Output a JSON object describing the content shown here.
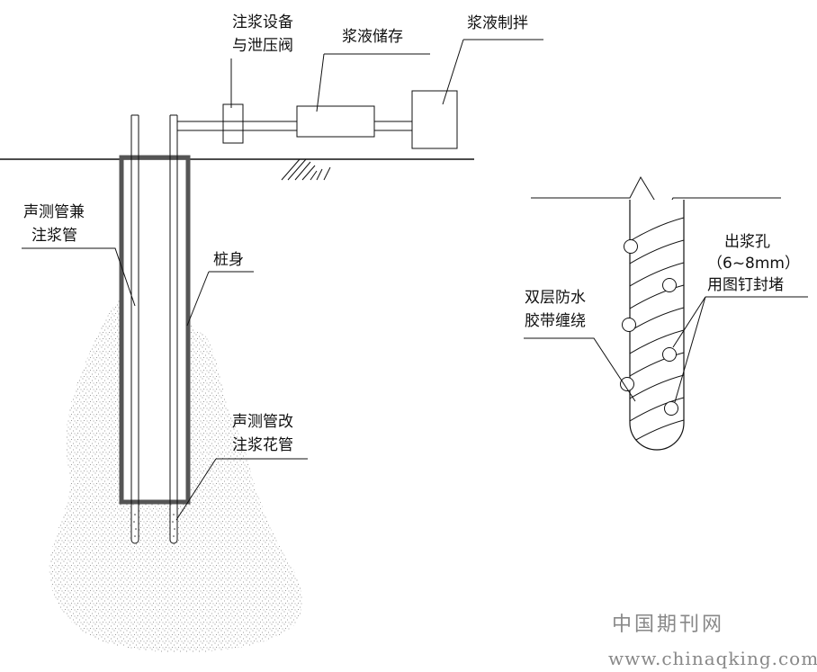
{
  "labels": {
    "grouting_equipment_line1": "注浆设备",
    "grouting_equipment_line2": "与泄压阀",
    "slurry_storage": "浆液储存",
    "slurry_mixing": "浆液制拌",
    "sonic_tube_line1": "声测管兼",
    "sonic_tube_line2": "注浆管",
    "pile_body": "桩身",
    "modified_tube_line1": "声测管改",
    "modified_tube_line2": "注浆花管",
    "waterproof_tape_line1": "双层防水",
    "waterproof_tape_line2": "胶带缠绕",
    "grout_hole_line1": "出浆孔",
    "grout_hole_line2": "（6~8mm）",
    "grout_hole_line3": "用图钉封堵"
  },
  "watermark": {
    "line1": "中国期刊网",
    "line2": "www.chinaqking.com"
  },
  "colors": {
    "line": "#111111",
    "pile_outline": "#555555",
    "grout_speckle": "#777777",
    "watermark": "#888888"
  }
}
